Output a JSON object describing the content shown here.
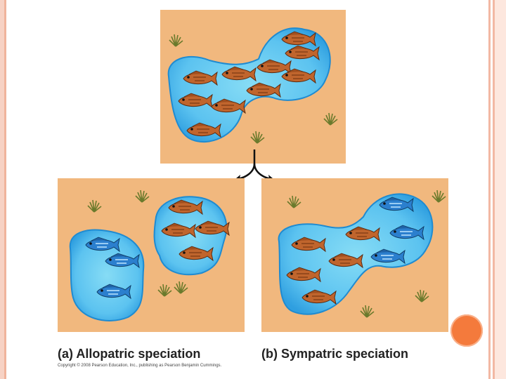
{
  "captions": {
    "allopatric": "(a) Allopatric speciation",
    "sympatric": "(b) Sympatric speciation"
  },
  "copyright": "Copyright © 2008 Pearson Education, Inc., publishing as Pearson Benjamin Cummings.",
  "colors": {
    "ground": "#f1b87e",
    "water_light": "#86dcf5",
    "water_dark": "#2f9fe0",
    "fish_brown": "#c0652d",
    "fish_blue": "#2b7fce",
    "accent": "#f47a3c"
  },
  "icons": [
    "arrow-left-icon",
    "arrow-right-icon",
    "grass-icon",
    "fish-brown-icon",
    "fish-blue-icon"
  ]
}
